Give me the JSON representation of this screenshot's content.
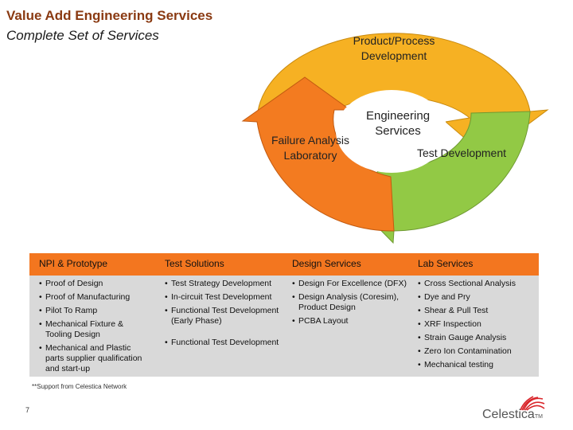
{
  "header": {
    "title": "Value Add Engineering Services",
    "subtitle": "Complete Set of Services"
  },
  "cycle": {
    "product_process": "Product/Process Development",
    "engineering_services": "Engineering Services",
    "failure_analysis": "Failure Analysis Laboratory",
    "test_development": "Test Development",
    "colors": {
      "orange_yellow": "#f6b123",
      "green": "#92c945",
      "orange": "#f37b20"
    }
  },
  "table": {
    "header_color": "#f3761f",
    "columns": [
      {
        "header": "NPI & Prototype",
        "items": [
          "Proof of Design",
          "Proof of Manufacturing",
          "Pilot To Ramp",
          "Mechanical Fixture & Tooling Design",
          "Mechanical and Plastic parts supplier qualification and start-up"
        ]
      },
      {
        "header": "Test Solutions",
        "items": [
          "Test Strategy Development",
          "In-circuit Test Development",
          "Functional Test Development (Early Phase)",
          "Functional Test Development"
        ]
      },
      {
        "header": "Design Services",
        "items": [
          "Design For Excellence (DFX)",
          "Design Analysis (Coresim), Product Design",
          "PCBA Layout"
        ]
      },
      {
        "header": "Lab Services",
        "items": [
          "Cross Sectional Analysis",
          "Dye and Pry",
          "Shear & Pull Test",
          "XRF Inspection",
          "Strain Gauge Analysis",
          "Zero Ion Contamination",
          "Mechanical testing"
        ]
      }
    ]
  },
  "footer": {
    "footnote": "**Support from Celestica Network",
    "page_number": "7",
    "logo_text": "Celestica",
    "logo_tm": "TM"
  }
}
